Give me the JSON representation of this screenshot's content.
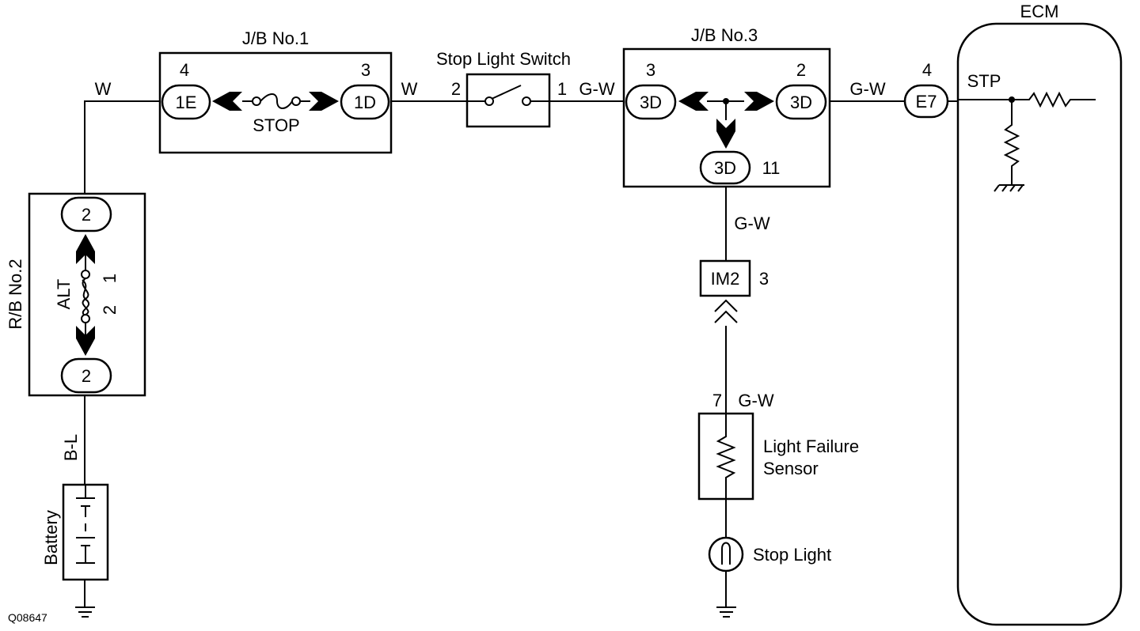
{
  "diagram": {
    "code": "Q08647",
    "components": {
      "jb1": {
        "title": "J/B No.1",
        "left_conn": "1E",
        "left_pin": "4",
        "right_conn": "1D",
        "right_pin": "3",
        "fuse": "STOP"
      },
      "switch": {
        "title": "Stop Light Switch",
        "pin_in": "2",
        "pin_out": "1"
      },
      "jb3": {
        "title": "J/B No.3",
        "left_conn": "3D",
        "left_pin": "3",
        "right_conn": "3D",
        "right_pin": "2",
        "bottom_conn": "3D",
        "bottom_pin": "11"
      },
      "ecm": {
        "title": "ECM",
        "conn": "E7",
        "pin": "4",
        "terminal": "STP"
      },
      "rb2": {
        "title": "R/B No.2",
        "top_conn": "2",
        "bottom_conn": "2",
        "fuse": "ALT",
        "fuse_pin_top": "1",
        "fuse_pin_bottom": "2"
      },
      "battery": {
        "title": "Battery"
      },
      "im2": {
        "conn": "IM2",
        "pin": "3"
      },
      "sensor": {
        "title_line1": "Light Failure",
        "title_line2": "Sensor",
        "pin": "7"
      },
      "stop_light": {
        "title": "Stop Light"
      }
    },
    "wires": {
      "rb_to_jb1": "W",
      "jb1_to_switch": "W",
      "switch_to_jb3": "G-W",
      "jb3_to_ecm": "G-W",
      "jb3_to_im2": "G-W",
      "im2_to_sensor": "G-W",
      "battery_to_rb": "B-L"
    }
  }
}
